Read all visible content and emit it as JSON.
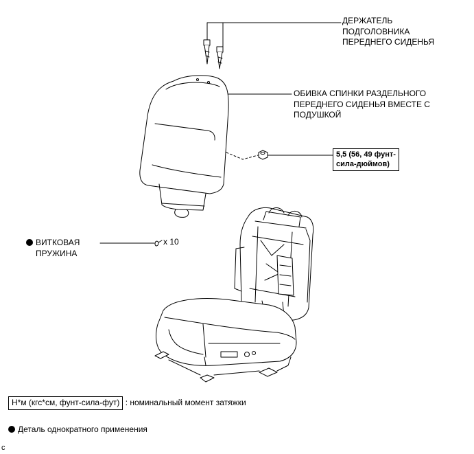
{
  "labels": {
    "holder": [
      "ДЕРЖАТЕЛЬ",
      "ПОДГОЛОВНИКА",
      "ПЕРЕДНЕГО СИДЕНЬЯ"
    ],
    "cover": [
      "ОБИВКА СПИНКИ РАЗДЕЛЬНОГО",
      "ПЕРЕДНЕГО СИДЕНЬЯ ВМЕСТЕ С",
      "ПОДУШКОЙ"
    ],
    "torque": [
      "5,5 (56, 49 фунт-",
      "сила-дюймов)"
    ],
    "spring": [
      "ВИТКОВАЯ",
      "ПРУЖИНА"
    ],
    "quantity": "x 10"
  },
  "legend": {
    "torque_key": "Н*м (кгс*см, фунт-сила-фут)",
    "torque_desc": ": номинальный момент затяжки",
    "single_use": "Деталь однократного применения"
  },
  "footer_code": "c"
}
